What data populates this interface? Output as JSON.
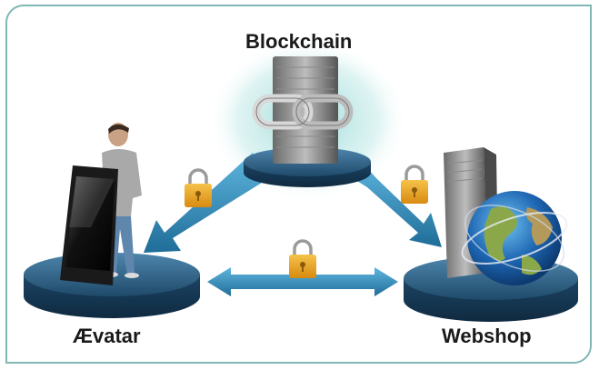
{
  "nodes": {
    "blockchain": {
      "label": "Blockchain"
    },
    "avatar": {
      "label": "Ævatar"
    },
    "webshop": {
      "label": "Webshop"
    }
  },
  "colors": {
    "frame": "#7fb8b4",
    "platform": "#2d5d7e",
    "arrow": "#2f8bb8",
    "lock": "#e5a21b",
    "glow": "#8fd6d3"
  },
  "icons": [
    "server-icon",
    "chain-link-icon",
    "smartphone-icon",
    "person-icon",
    "globe-icon",
    "padlock-icon"
  ]
}
